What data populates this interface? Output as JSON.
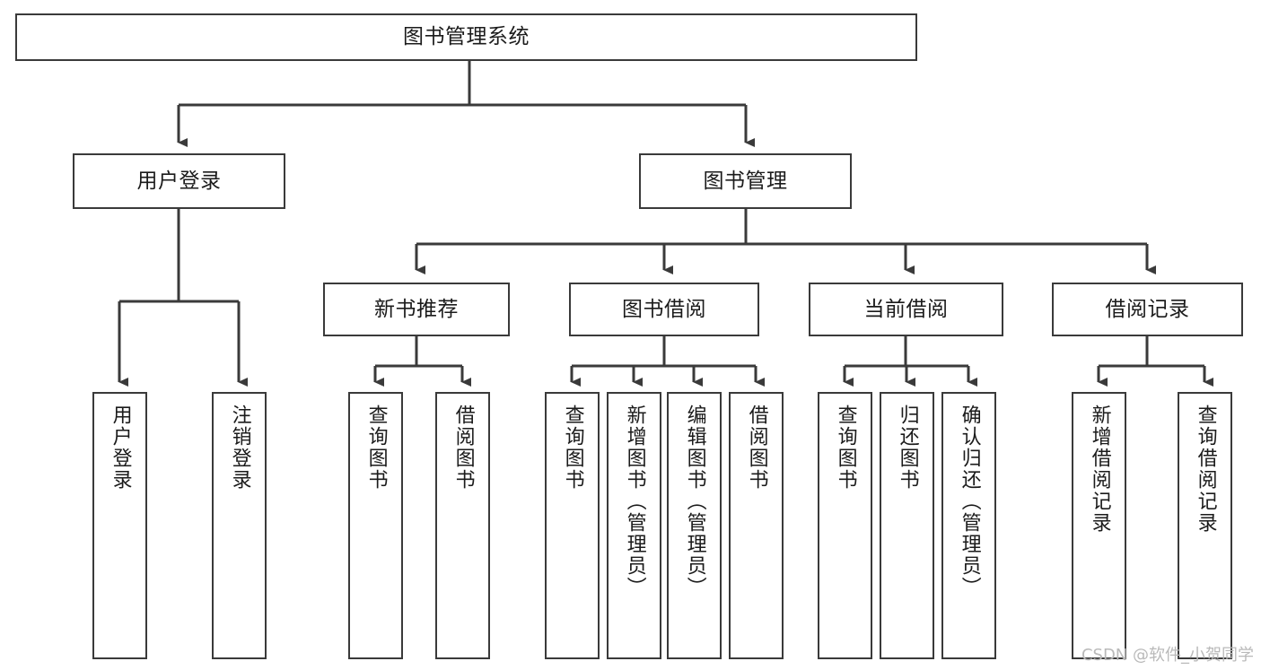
{
  "diagram": {
    "title": "图书管理系统",
    "type": "tree-hierarchy",
    "watermark": "CSDN @软件_小贺同学",
    "colors": {
      "background": "#ffffff",
      "box_border": "#3a3a3a",
      "box_fill": "#ffffff",
      "connector": "#3a3a3a",
      "text": "#1b1b1b",
      "watermark_text": "#b9b9b9"
    },
    "nodes": {
      "root": {
        "label": "图书管理系统",
        "level": 0,
        "orientation": "horizontal"
      },
      "user_login": {
        "label": "用户登录",
        "level": 1,
        "orientation": "horizontal"
      },
      "book_manage": {
        "label": "图书管理",
        "level": 1,
        "orientation": "horizontal"
      },
      "new_book_rec": {
        "label": "新书推荐",
        "level": 2,
        "orientation": "horizontal"
      },
      "book_borrow": {
        "label": "图书借阅",
        "level": 2,
        "orientation": "horizontal"
      },
      "current_borrow": {
        "label": "当前借阅",
        "level": 2,
        "orientation": "horizontal"
      },
      "borrow_record": {
        "label": "借阅记录",
        "level": 2,
        "orientation": "horizontal"
      },
      "leaf_user_login": {
        "label": "用户登录",
        "level": 3,
        "orientation": "vertical"
      },
      "leaf_logout": {
        "label": "注销登录",
        "level": 3,
        "orientation": "vertical"
      },
      "leaf_query_book_a": {
        "label": "查询图书",
        "level": 3,
        "orientation": "vertical"
      },
      "leaf_borrow_book_a": {
        "label": "借阅图书",
        "level": 3,
        "orientation": "vertical"
      },
      "leaf_query_book_b": {
        "label": "查询图书",
        "level": 3,
        "orientation": "vertical"
      },
      "leaf_add_book": {
        "label": "新增图书（管理员）",
        "level": 3,
        "orientation": "vertical"
      },
      "leaf_edit_book": {
        "label": "编辑图书（管理员）",
        "level": 3,
        "orientation": "vertical"
      },
      "leaf_borrow_book_b": {
        "label": "借阅图书",
        "level": 3,
        "orientation": "vertical"
      },
      "leaf_query_book_c": {
        "label": "查询图书",
        "level": 3,
        "orientation": "vertical"
      },
      "leaf_return_book": {
        "label": "归还图书",
        "level": 3,
        "orientation": "vertical"
      },
      "leaf_confirm_return": {
        "label": "确认归还（管理员）",
        "level": 3,
        "orientation": "vertical"
      },
      "leaf_add_record": {
        "label": "新增借阅记录",
        "level": 3,
        "orientation": "vertical"
      },
      "leaf_query_record": {
        "label": "查询借阅记录",
        "level": 3,
        "orientation": "vertical"
      }
    },
    "edges": [
      {
        "from": "root",
        "to": "user_login"
      },
      {
        "from": "root",
        "to": "book_manage"
      },
      {
        "from": "user_login",
        "to": "leaf_user_login"
      },
      {
        "from": "user_login",
        "to": "leaf_logout"
      },
      {
        "from": "book_manage",
        "to": "new_book_rec"
      },
      {
        "from": "book_manage",
        "to": "book_borrow"
      },
      {
        "from": "book_manage",
        "to": "current_borrow"
      },
      {
        "from": "book_manage",
        "to": "borrow_record"
      },
      {
        "from": "new_book_rec",
        "to": "leaf_query_book_a"
      },
      {
        "from": "new_book_rec",
        "to": "leaf_borrow_book_a"
      },
      {
        "from": "book_borrow",
        "to": "leaf_query_book_b"
      },
      {
        "from": "book_borrow",
        "to": "leaf_add_book"
      },
      {
        "from": "book_borrow",
        "to": "leaf_edit_book"
      },
      {
        "from": "book_borrow",
        "to": "leaf_borrow_book_b"
      },
      {
        "from": "current_borrow",
        "to": "leaf_query_book_c"
      },
      {
        "from": "current_borrow",
        "to": "leaf_return_book"
      },
      {
        "from": "current_borrow",
        "to": "leaf_confirm_return"
      },
      {
        "from": "borrow_record",
        "to": "leaf_add_record"
      },
      {
        "from": "borrow_record",
        "to": "leaf_query_record"
      }
    ]
  }
}
